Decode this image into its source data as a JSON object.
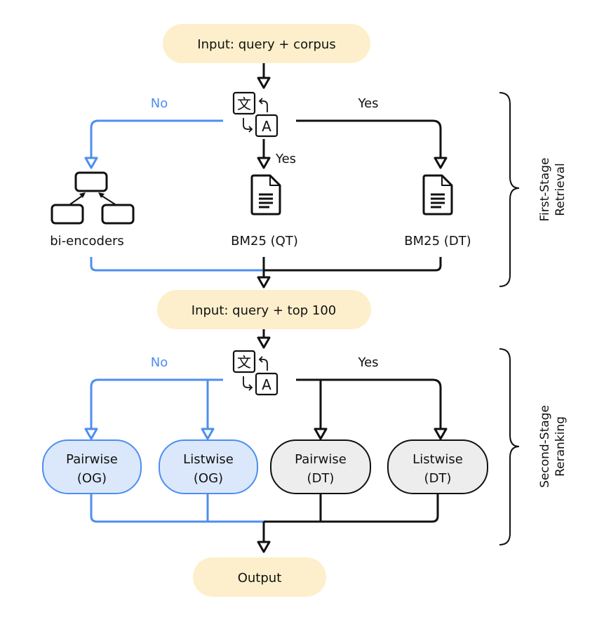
{
  "colors": {
    "io_fill": "#fdefcb",
    "blue": "#4d8ef0",
    "blue_fill": "#dbe8fb",
    "gray_fill": "#ededed",
    "black": "#111111"
  },
  "first_stage": {
    "input_label": "Input: query + corpus",
    "translate_icon": "translate-icon",
    "no_label": "No",
    "yes_right_label": "Yes",
    "yes_down_label": "Yes",
    "nodes": [
      {
        "label": "bi-encoders",
        "icon": "network-icon"
      },
      {
        "label": "BM25 (QT)",
        "icon": "document-icon"
      },
      {
        "label": "BM25 (DT)",
        "icon": "document-icon"
      }
    ],
    "brace_label_line1": "First-Stage",
    "brace_label_line2": "Retrieval"
  },
  "second_stage": {
    "input_label": "Input: query + top 100",
    "translate_icon": "translate-icon",
    "no_label": "No",
    "yes_label": "Yes",
    "nodes": [
      {
        "line1": "Pairwise",
        "line2": "(OG)",
        "branch": "No"
      },
      {
        "line1": "Listwise",
        "line2": "(OG)",
        "branch": "No"
      },
      {
        "line1": "Pairwise",
        "line2": "(DT)",
        "branch": "Yes"
      },
      {
        "line1": "Listwise",
        "line2": "(DT)",
        "branch": "Yes"
      }
    ],
    "brace_label_line1": "Second-Stage",
    "brace_label_line2": "Reranking"
  },
  "output_label": "Output"
}
